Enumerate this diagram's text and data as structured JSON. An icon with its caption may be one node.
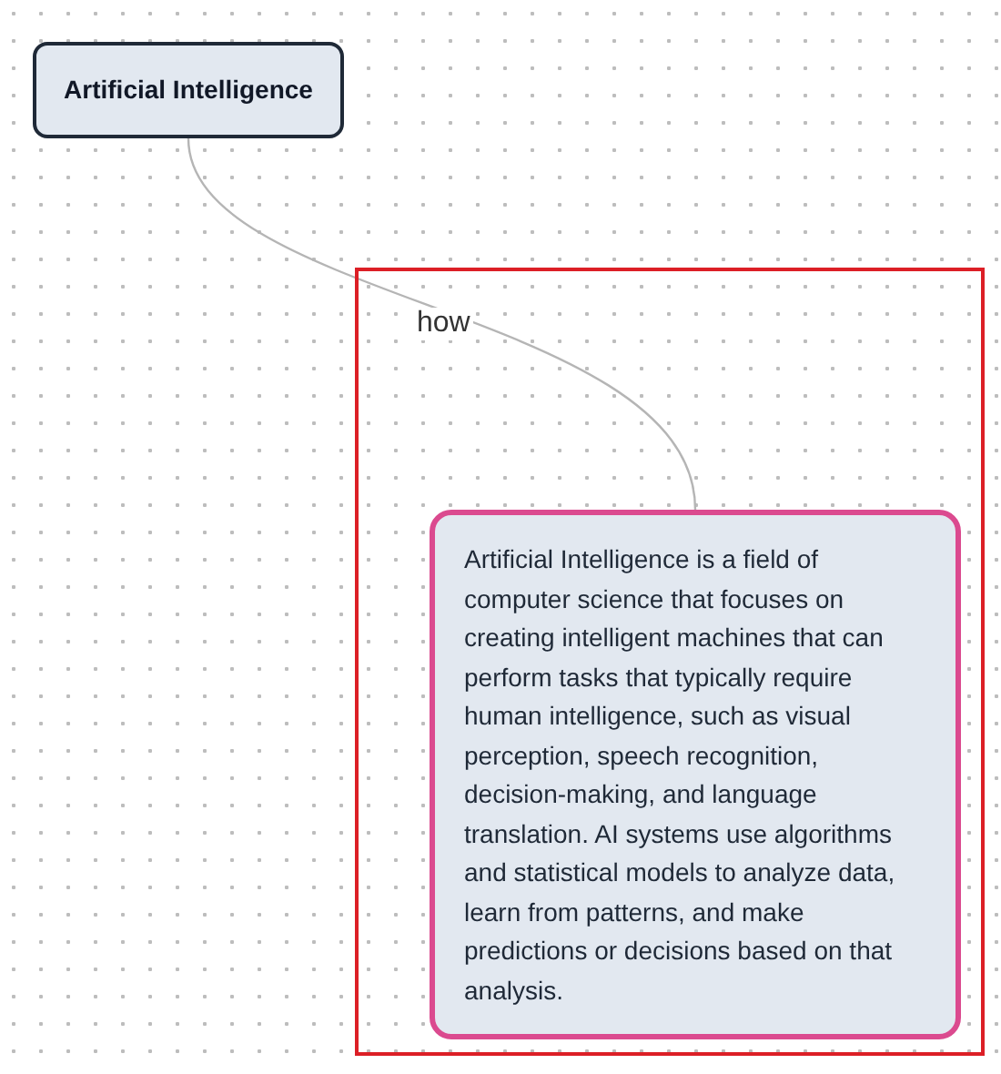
{
  "diagram": {
    "nodes": [
      {
        "text": [
          "Artificial Intelligence"
        ]
      },
      {
        "text": [],
        "shape": "box"
      },
      {
        "text": [
          "Artificial Intelligence is a field of computer science that focuses on creating intelligent machines that can perform tasks that typically require human intelligence, such as visual perception, speech recognition, decision-making, and language translation. AI systems use algorithms and statistical models to analyze data, learn from patterns, and make predictions or decisions based on that analysis."
        ],
        "in": 1
      }
    ],
    "edges": [
      {
        "from": 0,
        "to": 2,
        "arrow": "none",
        "label": "how"
      }
    ]
  }
}
